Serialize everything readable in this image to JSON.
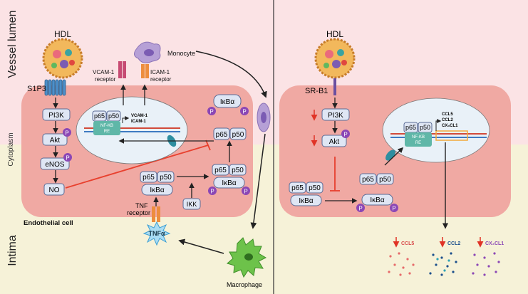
{
  "regions": {
    "vessel_lumen": "Vessel lumen",
    "intima": "Intima",
    "cytoplasm": "Cytoplasm",
    "endothelial_cell": "Endothelial cell"
  },
  "left": {
    "hdl": "HDL",
    "s1p3": "S1P3",
    "pi3k": "PI3K",
    "akt": "Akt",
    "enos": "eNOS",
    "no": "NO",
    "p_marker": "P",
    "vcam_receptor": [
      "VCAM-1",
      "receptor"
    ],
    "icam_receptor": [
      "ICAM-1",
      "receptor"
    ],
    "monocyte": "Monocyte",
    "nucleus": {
      "p65": "p65",
      "p50": "p50",
      "nfkb": [
        "NF-KB",
        "RE"
      ],
      "genes": [
        "VCAM-1",
        "ICAM-1"
      ]
    },
    "ikba_top": "IκBα",
    "p65_right": "p65",
    "p50_right": "p50",
    "complex_mid": {
      "p65": "p65",
      "p50": "p50",
      "ikba": "IκBα"
    },
    "complex_right": {
      "p65": "p65",
      "p50": "p50",
      "ikba": "IκBα"
    },
    "ikk": "IKK",
    "tnf_receptor": [
      "TNF",
      "receptor"
    ],
    "tnfa": "TNFα",
    "macrophage": "Macrophage"
  },
  "right": {
    "hdl": "HDL",
    "srb1": "SR-B1",
    "pi3k": "PI3K",
    "akt": "Akt",
    "p_marker": "P",
    "nucleus": {
      "p65": "p65",
      "p50": "p50",
      "nfkb": [
        "NF-KB",
        "RE"
      ],
      "genes": [
        "CCL5",
        "CCL2",
        "CX₃CL1"
      ]
    },
    "complex": {
      "p65": "p65",
      "p50": "p50",
      "ikba": "IκBα"
    },
    "free": {
      "p65": "p65",
      "p50": "p50"
    },
    "ikba": "IκBα",
    "chemokines": [
      "CCL5",
      "CCL2",
      "CX₃CL1"
    ]
  },
  "colors": {
    "lumen": "#fbe3e5",
    "intima": "#f6f2d8",
    "cell": "#f0a9a3",
    "nucleus": "#e9f1f8",
    "protein_fill": "#dfe6f4",
    "protein_stroke": "#5a6a95",
    "phospho": "#8b47b5",
    "inhibition": "#e8402e",
    "down_arrow": "#e03326"
  }
}
